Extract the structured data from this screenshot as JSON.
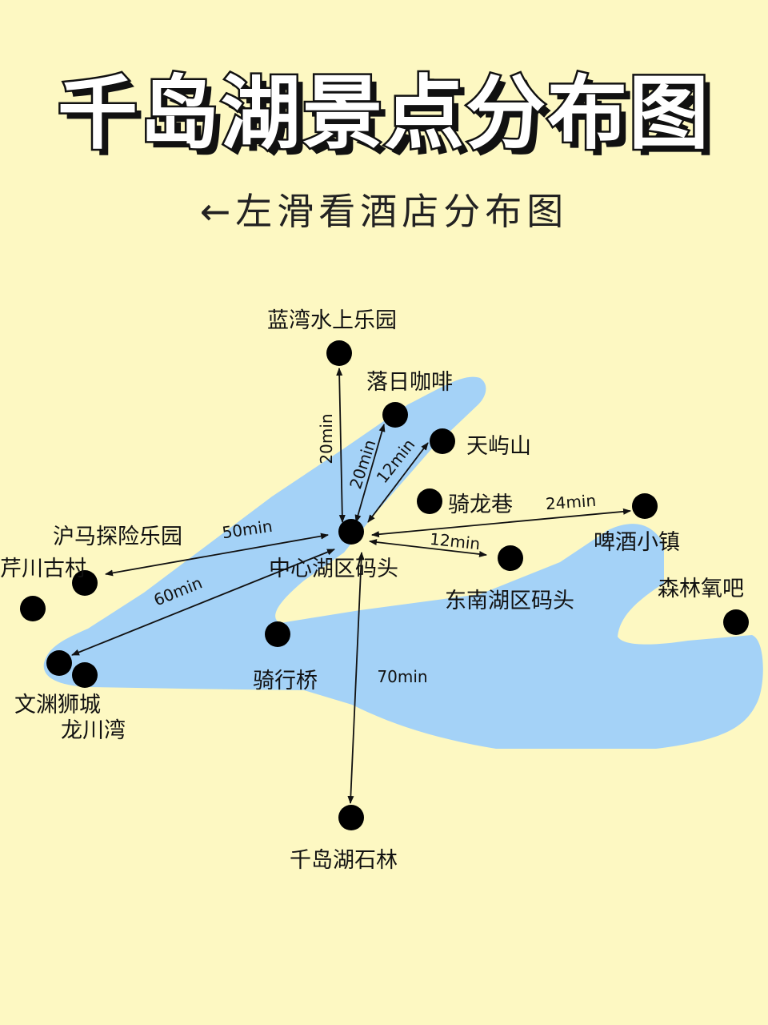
{
  "title": "千岛湖景点分布图",
  "subtitle": "←左滑看酒店分布图",
  "colors": {
    "background": "#fdf8c2",
    "lake": "#a4d2f7",
    "marker": "#000000"
  },
  "places": [
    {
      "name": "蓝湾水上乐园"
    },
    {
      "name": "落日咖啡"
    },
    {
      "name": "天屿山"
    },
    {
      "name": "骑龙巷"
    },
    {
      "name": "啤酒小镇"
    },
    {
      "name": "中心湖区码头"
    },
    {
      "name": "沪马探险乐园"
    },
    {
      "name": "芹川古村"
    },
    {
      "name": "东南湖区码头"
    },
    {
      "name": "森林氧吧"
    },
    {
      "name": "骑行桥"
    },
    {
      "name": "文渊狮城"
    },
    {
      "name": "龙川湾"
    },
    {
      "name": "千岛湖石林"
    }
  ],
  "routes": [
    {
      "from": "中心湖区码头",
      "to": "蓝湾水上乐园",
      "time": "20min"
    },
    {
      "from": "中心湖区码头",
      "to": "落日咖啡",
      "time": "20min"
    },
    {
      "from": "中心湖区码头",
      "to": "天屿山",
      "time": "12min"
    },
    {
      "from": "中心湖区码头",
      "to": "啤酒小镇",
      "time": "24min"
    },
    {
      "from": "中心湖区码头",
      "to": "东南湖区码头",
      "time": "12min"
    },
    {
      "from": "中心湖区码头",
      "to": "芹川古村",
      "time": "50min"
    },
    {
      "from": "中心湖区码头",
      "to": "文渊狮城",
      "time": "60min"
    },
    {
      "from": "中心湖区码头",
      "to": "千岛湖石林",
      "time": "70min"
    }
  ]
}
